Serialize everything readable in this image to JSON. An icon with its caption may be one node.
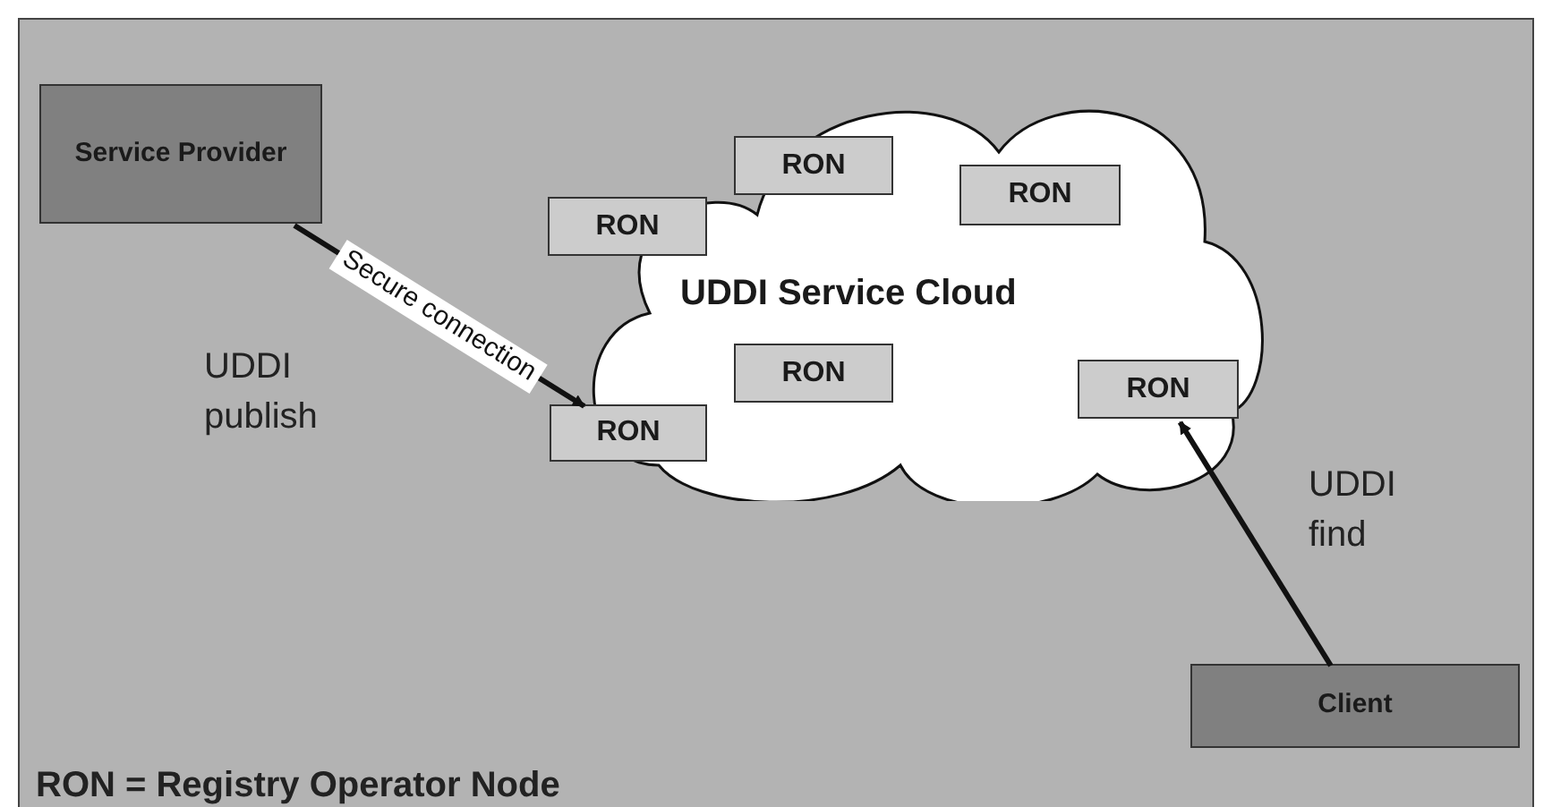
{
  "diagram": {
    "nodes": [
      {
        "text": [
          "Service Provider"
        ]
      },
      {
        "text": [
          "UDDI Service Cloud"
        ]
      },
      {
        "text": [
          "RON"
        ],
        "in": 1
      },
      {
        "text": [
          "RON"
        ],
        "in": 1
      },
      {
        "text": [
          "RON"
        ]
      },
      {
        "text": [
          "RON"
        ],
        "in": 1
      },
      {
        "text": [
          "RON"
        ]
      },
      {
        "text": [
          "RON"
        ],
        "in": 1
      },
      {
        "text": [
          "Client"
        ]
      }
    ],
    "edges": [
      {
        "from": 0,
        "to": 6,
        "arrow": "to",
        "label": "Secure connection"
      },
      {
        "from": 8,
        "to": 7,
        "arrow": "to"
      }
    ],
    "labels": [
      "UDDI publish",
      "UDDI find",
      "RON = Registry Operator Node"
    ]
  }
}
